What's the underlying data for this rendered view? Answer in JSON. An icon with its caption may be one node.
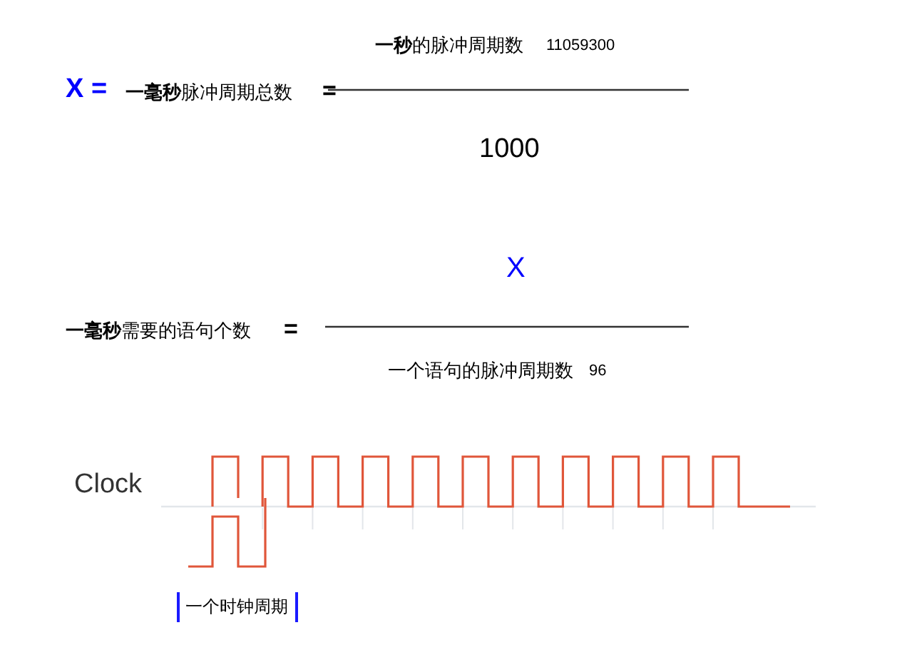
{
  "diagram": {
    "labels": [
      "**一秒**的脉冲周期数",
      "11059300",
      "X =",
      "**一毫秒**脉冲周期总数",
      "=",
      "1000",
      "X",
      "**一毫秒**需要的语句个数",
      "=",
      "一个语句的脉冲周期数",
      "96",
      "Clock",
      "一个时钟周期"
    ]
  }
}
